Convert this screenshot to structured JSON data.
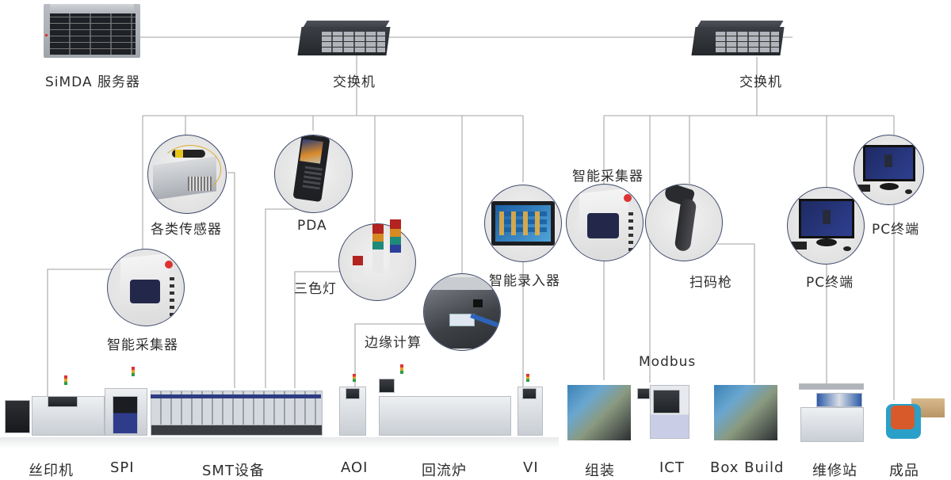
{
  "diagram": {
    "type": "network-topology",
    "line_color": "#b3b3b3",
    "circle_border_color": "#3f4a6e",
    "core": {
      "server": {
        "label": "SiMDA 服务器",
        "icon": "server-rack-icon"
      },
      "switch_left": {
        "label": "交换机",
        "icon": "network-switch-icon"
      },
      "switch_right": {
        "label": "交换机",
        "icon": "network-switch-icon"
      }
    },
    "devices_left": [
      {
        "label": "各类传感器",
        "icon": "laser-sensor-icon"
      },
      {
        "label": "PDA",
        "icon": "pda-handheld-icon"
      },
      {
        "label": "智能采集器",
        "icon": "data-collector-icon"
      },
      {
        "label": "三色灯",
        "icon": "signal-tower-light-icon"
      },
      {
        "label": "边缘计算",
        "icon": "ethernet-edge-computer-icon"
      },
      {
        "label": "智能录入器",
        "icon": "touch-panel-icon"
      }
    ],
    "devices_right": [
      {
        "label": "智能采集器",
        "icon": "data-collector-icon"
      },
      {
        "label": "扫码枪",
        "icon": "barcode-scanner-icon"
      },
      {
        "label": "PC终端",
        "icon": "pc-monitor-icon"
      },
      {
        "label": "PC终端",
        "icon": "pc-monitor-icon"
      }
    ],
    "protocol_label": "Modbus",
    "smt_line": [
      {
        "label": "丝印机",
        "icon": "stencil-printer-icon"
      },
      {
        "label": "SPI",
        "icon": "spi-inspection-icon"
      },
      {
        "label": "SMT设备",
        "icon": "pick-and-place-icon"
      },
      {
        "label": "AOI",
        "icon": "aoi-inspection-icon"
      },
      {
        "label": "回流炉",
        "icon": "reflow-oven-icon"
      },
      {
        "label": "VI",
        "icon": "visual-inspection-icon"
      }
    ],
    "assembly_line": [
      {
        "label": "组装",
        "icon": "assembly-photo-icon"
      },
      {
        "label": "ICT",
        "icon": "ict-tester-icon"
      },
      {
        "label": "Box Build",
        "icon": "box-build-photo-icon"
      },
      {
        "label": "维修站",
        "icon": "repair-workbench-icon"
      },
      {
        "label": "成品",
        "icon": "agv-finished-goods-icon"
      }
    ]
  }
}
